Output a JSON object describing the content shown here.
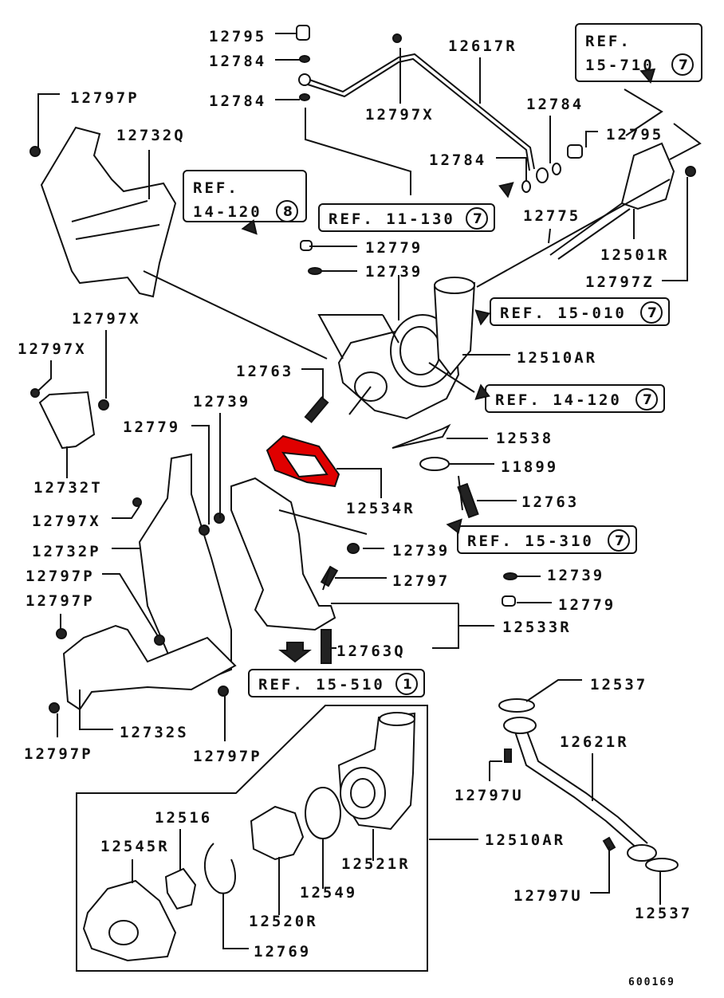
{
  "diagram": {
    "title": "Turbocharger exploded parts diagram",
    "figure_number": "600169",
    "highlight_color": "#e00000",
    "highlighted_part": "12534R",
    "part_labels": [
      {
        "id": "12795-top",
        "text": "12795"
      },
      {
        "id": "12784-a",
        "text": "12784"
      },
      {
        "id": "12784-b",
        "text": "12784"
      },
      {
        "id": "12617R",
        "text": "12617R"
      },
      {
        "id": "12797X-top",
        "text": "12797X"
      },
      {
        "id": "12797P-top",
        "text": "12797P"
      },
      {
        "id": "12732Q",
        "text": "12732Q"
      },
      {
        "id": "12784-c",
        "text": "12784"
      },
      {
        "id": "12784-d",
        "text": "12784"
      },
      {
        "id": "12795-right",
        "text": "12795"
      },
      {
        "id": "12775",
        "text": "12775"
      },
      {
        "id": "12501R",
        "text": "12501R"
      },
      {
        "id": "12797Z",
        "text": "12797Z"
      },
      {
        "id": "12779-top",
        "text": "12779"
      },
      {
        "id": "12739-top",
        "text": "12739"
      },
      {
        "id": "12510AR-top",
        "text": "12510AR"
      },
      {
        "id": "12797X-left1",
        "text": "12797X"
      },
      {
        "id": "12797X-left2",
        "text": "12797X"
      },
      {
        "id": "12763-a",
        "text": "12763"
      },
      {
        "id": "12739-mid",
        "text": "12739"
      },
      {
        "id": "12779-mid",
        "text": "12779"
      },
      {
        "id": "12732T",
        "text": "12732T"
      },
      {
        "id": "12538",
        "text": "12538"
      },
      {
        "id": "11899",
        "text": "11899"
      },
      {
        "id": "12534R",
        "text": "12534R"
      },
      {
        "id": "12763-b",
        "text": "12763"
      },
      {
        "id": "12797X-left3",
        "text": "12797X"
      },
      {
        "id": "12732P",
        "text": "12732P"
      },
      {
        "id": "12739-low",
        "text": "12739"
      },
      {
        "id": "12797",
        "text": "12797"
      },
      {
        "id": "12739-right",
        "text": "12739"
      },
      {
        "id": "12779-right",
        "text": "12779"
      },
      {
        "id": "12797P-a",
        "text": "12797P"
      },
      {
        "id": "12797P-b",
        "text": "12797P"
      },
      {
        "id": "12533R",
        "text": "12533R"
      },
      {
        "id": "12763Q",
        "text": "12763Q"
      },
      {
        "id": "12732S",
        "text": "12732S"
      },
      {
        "id": "12797P-c",
        "text": "12797P"
      },
      {
        "id": "12797P-d",
        "text": "12797P"
      },
      {
        "id": "12537-top",
        "text": "12537"
      },
      {
        "id": "12621R",
        "text": "12621R"
      },
      {
        "id": "12797U-a",
        "text": "12797U"
      },
      {
        "id": "12516",
        "text": "12516"
      },
      {
        "id": "12545R",
        "text": "12545R"
      },
      {
        "id": "12510AR-box",
        "text": "12510AR"
      },
      {
        "id": "12521R",
        "text": "12521R"
      },
      {
        "id": "12549",
        "text": "12549"
      },
      {
        "id": "12520R",
        "text": "12520R"
      },
      {
        "id": "12769",
        "text": "12769"
      },
      {
        "id": "12797U-b",
        "text": "12797U"
      },
      {
        "id": "12537-bottom",
        "text": "12537"
      }
    ],
    "references": [
      {
        "id": "ref-15-710",
        "prefix": "REF.",
        "code": "15-710",
        "group": "7",
        "two_line": true
      },
      {
        "id": "ref-14-120-8",
        "prefix": "REF.",
        "code": "14-120",
        "group": "8",
        "two_line": true
      },
      {
        "id": "ref-11-130",
        "prefix": "REF.",
        "code": "11-130",
        "group": "7",
        "two_line": false
      },
      {
        "id": "ref-15-010",
        "prefix": "REF.",
        "code": "15-010",
        "group": "7",
        "two_line": false
      },
      {
        "id": "ref-14-120-7",
        "prefix": "REF.",
        "code": "14-120",
        "group": "7",
        "two_line": false
      },
      {
        "id": "ref-15-310",
        "prefix": "REF.",
        "code": "15-310",
        "group": "7",
        "two_line": false
      },
      {
        "id": "ref-15-510",
        "prefix": "REF.",
        "code": "15-510",
        "group": "1",
        "two_line": false
      }
    ]
  }
}
